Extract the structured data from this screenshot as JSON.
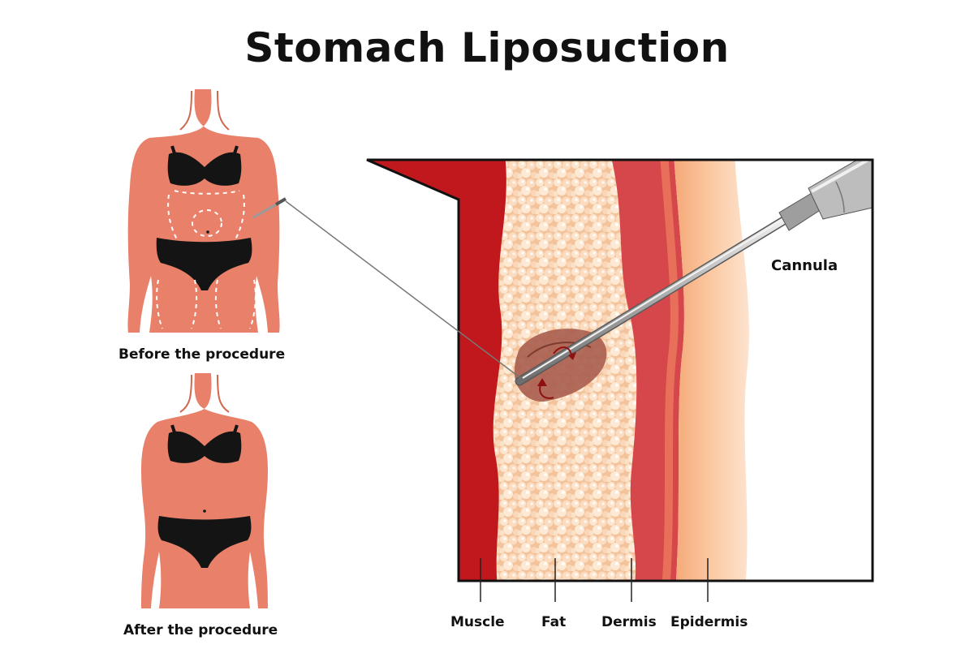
{
  "title": "Stomach Liposuction",
  "figures": {
    "before": {
      "caption": "Before the procedure"
    },
    "after": {
      "caption": "After the procedure"
    }
  },
  "diagram": {
    "cannula_label": "Cannula",
    "layers": [
      {
        "name": "Muscle",
        "color": "#c0181c"
      },
      {
        "name": "Fat",
        "color": "#f5c9a3"
      },
      {
        "name": "Dermis",
        "color": "#d6474b"
      },
      {
        "name": "Epidermis",
        "color": "#f8b98e"
      }
    ]
  },
  "colors": {
    "skin": "#e8806a",
    "skin_shadow": "#d2674f",
    "garment": "#141414",
    "border": "#111111"
  }
}
